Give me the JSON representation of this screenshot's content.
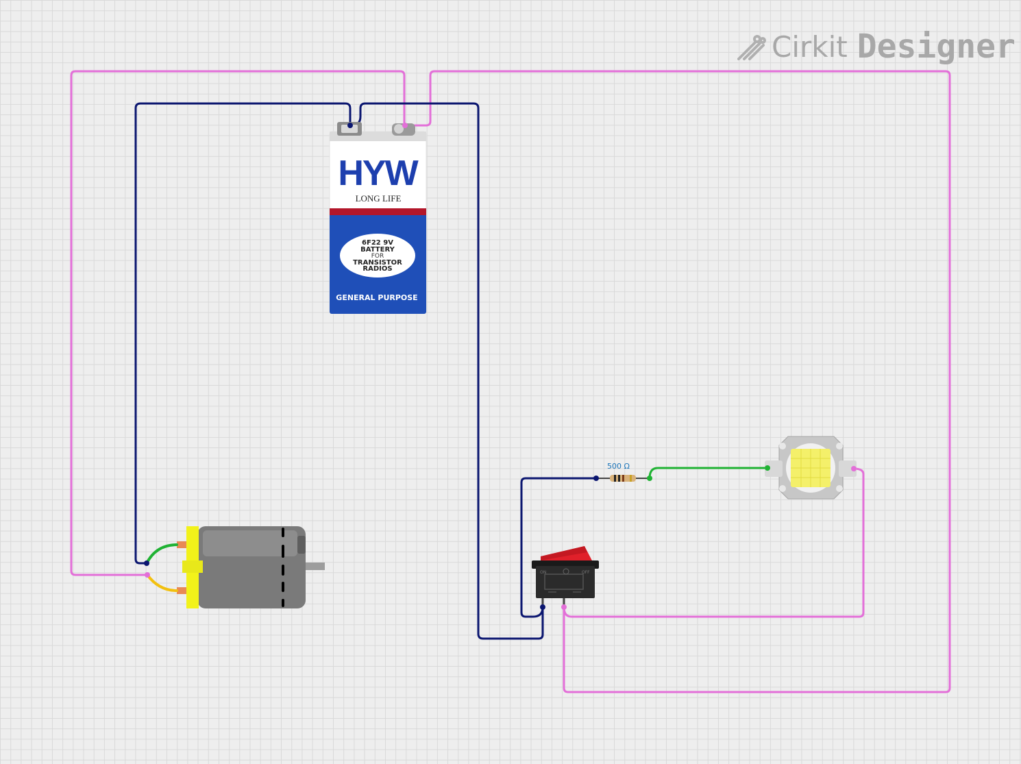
{
  "app": {
    "logo_word1": "Cirkit",
    "logo_word2": "Designer"
  },
  "battery": {
    "brand": "HYW",
    "tagline": "LONG LIFE",
    "oval_line1": "6F22 9V",
    "oval_line2": "BATTERY",
    "oval_line3": "FOR",
    "oval_line4": "TRANSISTOR",
    "oval_line5": "RADIOS",
    "footer": "GENERAL PURPOSE"
  },
  "resistor": {
    "value_label": "500 Ω"
  },
  "switch": {
    "on_label": "ON",
    "off_label": "OFF"
  },
  "colors": {
    "wire_pink": "#e36fd8",
    "wire_navy": "#0b1670",
    "wire_green": "#1fb233",
    "wire_yellow": "#f2c00f",
    "battery_blue": "#1f4fb8",
    "battery_red": "#b3162a",
    "switch_red": "#e0202a",
    "led_yellow": "#f4f06a",
    "motor_gray": "#7a7a7a",
    "motor_cap": "#f2f21a"
  }
}
